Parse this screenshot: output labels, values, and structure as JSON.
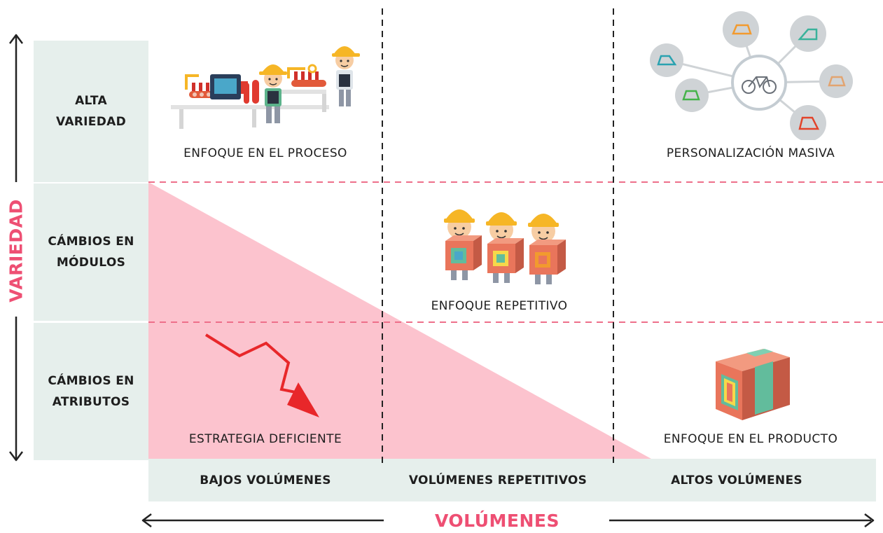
{
  "rows": [
    {
      "label": "ALTA\nVARIEDAD"
    },
    {
      "label": "CÁMBIOS EN\nMÓDULOS"
    },
    {
      "label": "CÁMBIOS EN\nATRIBUTOS"
    }
  ],
  "columns": [
    {
      "label": "BAJOS VOLÚMENES"
    },
    {
      "label": "VOLÚMENES REPETITIVOS"
    },
    {
      "label": "ALTOS VOLÚMENES"
    }
  ],
  "cells": {
    "process": "ENFOQUE EN EL PROCESO",
    "mass_customization": "PERSONALIZACIÓN MASIVA",
    "repetitive": "ENFOQUE REPETITIVO",
    "poor_strategy": "ESTRATEGIA DEFICIENTE",
    "product": "ENFOQUE EN EL PRODUCTO"
  },
  "axes": {
    "y_title": "VARIEDAD",
    "x_title": "VOLÚMENES"
  },
  "colors": {
    "accent": "#ee4f73",
    "triangle": "#fcc3ce",
    "header_bg": "#e6efec",
    "dashed_vertical": "#222222",
    "dashed_horizontal": "#ee6f8a",
    "arrow_red": "#e8272a",
    "hardhat": "#f6b626",
    "box_orange": "#e9755b",
    "box_teal": "#62bc9c"
  },
  "icons": {
    "process": "factory-workers-conveyor-icon",
    "mass_customization": "bicycle-network-icon",
    "repetitive": "three-workers-boxes-icon",
    "product": "isometric-box-icon",
    "poor_strategy": "declining-arrow-icon"
  }
}
